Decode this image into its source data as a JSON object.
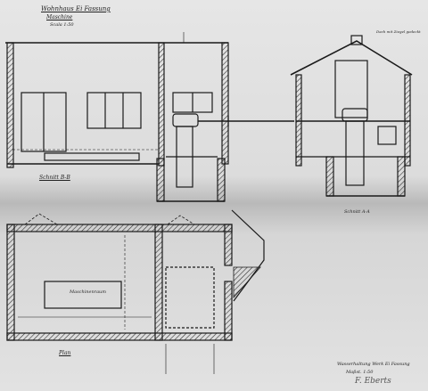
{
  "sheet": {
    "title": "Wohnhaus Ei Fassung",
    "subtitle": "Maschine",
    "scale": "Scala 1:50",
    "section_left_label": "Schnitt B-B",
    "section_right_label": "Schnitt A-A",
    "plan_label": "Plan",
    "roof_note": "Dach mit Ziegel gedeckt",
    "room_label": "Maschinenraum",
    "title_block_line1": "Wasserhaltung Werk Ei Fassung",
    "title_block_line2": "Maßst. 1:50",
    "signature": "F. Eberts"
  },
  "colors": {
    "paper": "#dcdcdc",
    "ink": "#1a1a1a",
    "hatch": "#3a3a3a"
  }
}
